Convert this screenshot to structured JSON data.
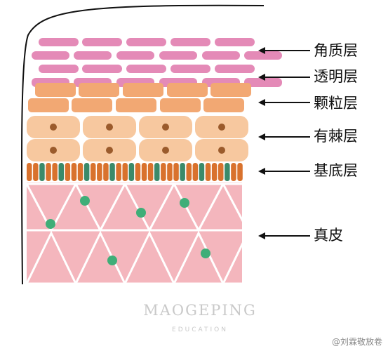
{
  "layers": [
    {
      "label": "角质层"
    },
    {
      "label": "透明层"
    },
    {
      "label": "颗粒层"
    },
    {
      "label": "有棘层"
    },
    {
      "label": "基底层"
    },
    {
      "label": "真皮"
    }
  ],
  "brand": {
    "name": "MAOGEPING",
    "sub": "EDUCATION"
  },
  "watermark": "@刘霖敬放卷",
  "colors": {
    "stratum_corneum": "#e48ab7",
    "stratum_lucidum": "#e48ab7",
    "granular": "#f2a873",
    "spinous": "#f7c89f",
    "nucleus": "#9b5b2c",
    "basal_orange": "#d9722d",
    "basal_green": "#3a8a6a",
    "dermis": "#f4b6bd",
    "dermis_dots": "#3fae78",
    "arrow": "#111111"
  }
}
